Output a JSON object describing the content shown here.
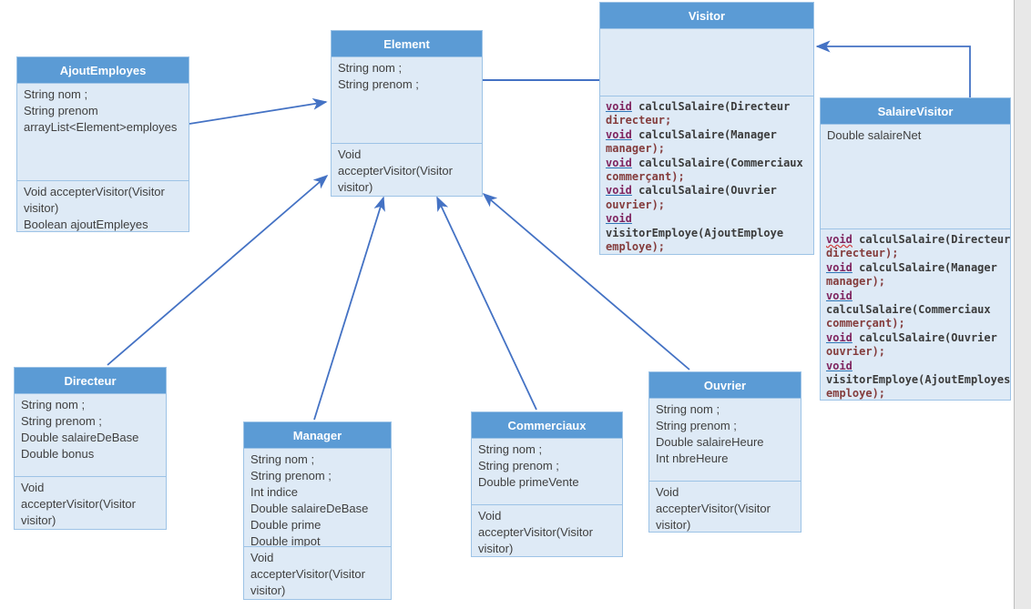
{
  "colors": {
    "header_fill": "#5b9bd5",
    "body_fill": "#deeaf6",
    "border": "#9dc3e6",
    "arrow": "#4472c4",
    "code_keyword": "#7f2560",
    "code_identifier": "#3b3b3b",
    "code_parameter": "#843c3c"
  },
  "classes": {
    "ajoutEmployes": {
      "name": "AjoutEmployes",
      "attributes": [
        "String nom ;",
        "String prenom",
        "arrayList<Element>employes"
      ],
      "methods": [
        "Void accepterVisitor(Visitor visitor)",
        "Boolean ajoutEmpleyes"
      ]
    },
    "element": {
      "name": "Element",
      "attributes": [
        "String nom ;",
        "String prenom ;"
      ],
      "methods": [
        "Void accepterVisitor(Visitor visitor)"
      ]
    },
    "visitor": {
      "name": "Visitor",
      "attributes": [],
      "methods_code": [
        [
          {
            "t": "kw",
            "s": "void"
          },
          {
            "t": "id",
            "s": " calculSalaire(Directeur"
          }
        ],
        [
          {
            "t": "p",
            "s": "directeur;"
          }
        ],
        [
          {
            "t": "kw",
            "s": "void"
          },
          {
            "t": "id",
            "s": " calculSalaire(Manager"
          }
        ],
        [
          {
            "t": "p",
            "s": "manager);"
          }
        ],
        [
          {
            "t": "kw",
            "s": "void"
          },
          {
            "t": "id",
            "s": " calculSalaire(Commerciaux"
          }
        ],
        [
          {
            "t": "p",
            "s": "commerçant);"
          }
        ],
        [
          {
            "t": "kw",
            "s": "void"
          },
          {
            "t": "id",
            "s": " calculSalaire(Ouvrier"
          }
        ],
        [
          {
            "t": "p",
            "s": "ouvrier);"
          }
        ],
        [
          {
            "t": "kw",
            "s": "void"
          }
        ],
        [
          {
            "t": "id",
            "s": "visitorEmploye(AjoutEmploye"
          }
        ],
        [
          {
            "t": "p",
            "s": "employe);"
          }
        ]
      ]
    },
    "salaireVisitor": {
      "name": "SalaireVisitor",
      "attributes": [
        "Double salaireNet"
      ],
      "methods_code": [
        [
          {
            "t": "kws",
            "s": "void"
          },
          {
            "t": "id",
            "s": " calculSalaire(Directeur"
          }
        ],
        [
          {
            "t": "p",
            "s": "directeur);"
          }
        ],
        [
          {
            "t": "kw",
            "s": "void"
          },
          {
            "t": "id",
            "s": " calculSalaire(Manager"
          }
        ],
        [
          {
            "t": "p",
            "s": "manager);"
          }
        ],
        [
          {
            "t": "kw",
            "s": "void"
          }
        ],
        [
          {
            "t": "id",
            "s": "calculSalaire(Commerciaux"
          }
        ],
        [
          {
            "t": "p",
            "s": "commerçant);"
          }
        ],
        [
          {
            "t": "kw",
            "s": "void"
          },
          {
            "t": "id",
            "s": " calculSalaire(Ouvrier"
          }
        ],
        [
          {
            "t": "p",
            "s": "ouvrier);"
          }
        ],
        [
          {
            "t": "kw",
            "s": "void"
          }
        ],
        [
          {
            "t": "id",
            "s": "visitorEmploye(AjoutEmployes"
          }
        ],
        [
          {
            "t": "p",
            "s": "employe);"
          }
        ]
      ]
    },
    "directeur": {
      "name": "Directeur",
      "attributes": [
        "String nom ;",
        "String prenom ;",
        "Double salaireDeBase",
        "Double bonus"
      ],
      "methods": [
        "Void accepterVisitor(Visitor visitor)"
      ]
    },
    "manager": {
      "name": "Manager",
      "attributes": [
        "String nom ;",
        "String prenom ;",
        "Int indice",
        "Double salaireDeBase",
        "Double prime",
        "Double impot"
      ],
      "methods": [
        "Void accepterVisitor(Visitor visitor)"
      ]
    },
    "commerciaux": {
      "name": "Commerciaux",
      "attributes": [
        "String nom ;",
        "String prenom ;",
        "Double primeVente"
      ],
      "methods": [
        "Void accepterVisitor(Visitor visitor)"
      ]
    },
    "ouvrier": {
      "name": "Ouvrier",
      "attributes": [
        "String nom ;",
        "String prenom ;",
        "Double salaireHeure",
        "Int nbreHeure"
      ],
      "methods": [
        "Void accepterVisitor(Visitor visitor)"
      ]
    }
  },
  "relations": [
    {
      "from": "AjoutEmployes",
      "to": "Element",
      "style": "arrow"
    },
    {
      "from": "Element",
      "to": "Visitor",
      "style": "line"
    },
    {
      "from": "SalaireVisitor",
      "to": "Visitor",
      "style": "arrow"
    },
    {
      "from": "Directeur",
      "to": "Element",
      "style": "arrow"
    },
    {
      "from": "Manager",
      "to": "Element",
      "style": "arrow"
    },
    {
      "from": "Commerciaux",
      "to": "Element",
      "style": "arrow"
    },
    {
      "from": "Ouvrier",
      "to": "Element",
      "style": "arrow"
    }
  ]
}
